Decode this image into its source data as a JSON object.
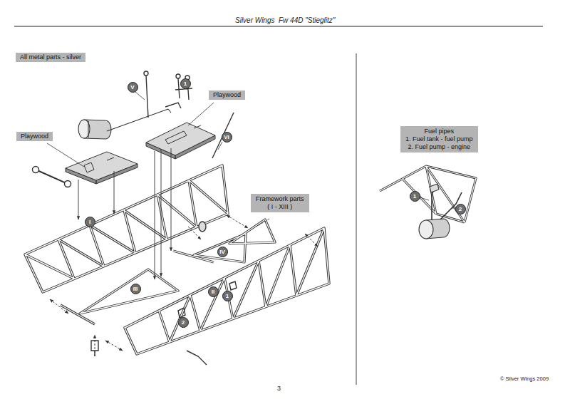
{
  "diagram": {
    "nodes": [
      {
        "text": [
          "All metal parts - silver"
        ]
      },
      {
        "text": [
          "V"
        ]
      },
      {
        "text": [
          "1"
        ]
      },
      {
        "text": [
          "Playwood"
        ]
      },
      {
        "text": [
          "VI"
        ]
      },
      {
        "text": [
          "Playwood"
        ]
      },
      {
        "text": [
          "Framework parts",
          "( I - XIII )"
        ]
      },
      {
        "text": [
          "I"
        ]
      },
      {
        "text": [
          "IV"
        ]
      },
      {
        "text": [
          "III"
        ]
      },
      {
        "text": [
          "II"
        ]
      },
      {
        "text": [
          "1"
        ]
      },
      {
        "text": [
          "2"
        ]
      },
      {
        "text": [
          "Fuel pipes",
          "1. Fuel tank - fuel pump",
          "2. Fuel pump - engine"
        ]
      },
      {
        "text": [
          "1"
        ]
      },
      {
        "text": [
          "2"
        ]
      }
    ],
    "labels": [
      "Silver Wings",
      "Fw 44D \"Stieglitz\"",
      "3",
      "© Silver Wings 2009"
    ]
  }
}
